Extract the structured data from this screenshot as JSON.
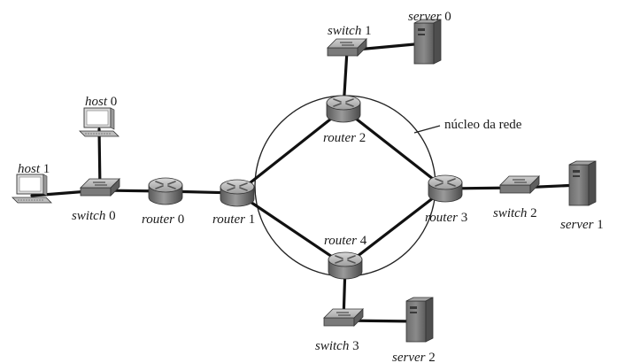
{
  "diagram": {
    "core_label": "núcleo da rede",
    "nodes": [
      {
        "id": "host0",
        "type": "host",
        "name": "host",
        "num": "0"
      },
      {
        "id": "host1",
        "type": "host",
        "name": "host",
        "num": "1"
      },
      {
        "id": "switch0",
        "type": "switch",
        "name": "switch",
        "num": "0"
      },
      {
        "id": "switch1",
        "type": "switch",
        "name": "switch",
        "num": "1"
      },
      {
        "id": "switch2",
        "type": "switch",
        "name": "switch",
        "num": "2"
      },
      {
        "id": "switch3",
        "type": "switch",
        "name": "switch",
        "num": "3"
      },
      {
        "id": "router0",
        "type": "router",
        "name": "router",
        "num": "0"
      },
      {
        "id": "router1",
        "type": "router",
        "name": "router",
        "num": "1"
      },
      {
        "id": "router2",
        "type": "router",
        "name": "router",
        "num": "2"
      },
      {
        "id": "router3",
        "type": "router",
        "name": "router",
        "num": "3"
      },
      {
        "id": "router4",
        "type": "router",
        "name": "router",
        "num": "4"
      },
      {
        "id": "server0",
        "type": "server",
        "name": "server",
        "num": "0"
      },
      {
        "id": "server1",
        "type": "server",
        "name": "server",
        "num": "1"
      },
      {
        "id": "server2",
        "type": "server",
        "name": "server",
        "num": "2"
      }
    ],
    "links": [
      [
        "host0",
        "switch0"
      ],
      [
        "host1",
        "switch0"
      ],
      [
        "switch0",
        "router0"
      ],
      [
        "router0",
        "router1"
      ],
      [
        "router1",
        "router2"
      ],
      [
        "router1",
        "router4"
      ],
      [
        "router2",
        "router3"
      ],
      [
        "router4",
        "router3"
      ],
      [
        "router2",
        "switch1"
      ],
      [
        "switch1",
        "server0"
      ],
      [
        "router3",
        "switch2"
      ],
      [
        "switch2",
        "server1"
      ],
      [
        "router4",
        "switch3"
      ],
      [
        "switch3",
        "server2"
      ]
    ]
  }
}
